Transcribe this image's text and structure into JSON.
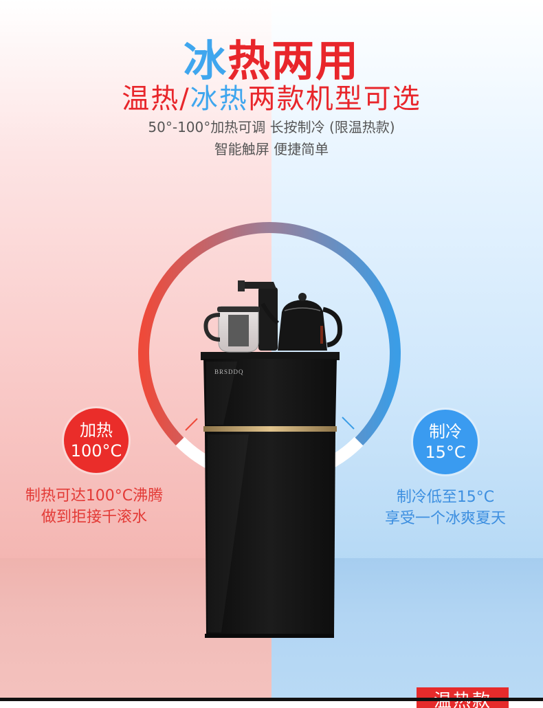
{
  "headline": {
    "part_cold": "冰",
    "part_hot": "热两用"
  },
  "subheadline": {
    "part1": "温热/",
    "part2": "冰热",
    "part3": "两款机型可选"
  },
  "description": {
    "line1": "50°-100°加热可调 长按制冷 (限温热款)",
    "line2": "智能触屏 便捷简单"
  },
  "heating": {
    "label": "加热",
    "temp": "100°C",
    "desc_line1": "制热可达100°C沸腾",
    "desc_line2": "做到拒接千滚水"
  },
  "cooling": {
    "label": "制冷",
    "temp": "15°C",
    "desc_line1": "制冷低至15°C",
    "desc_line2": "享受一个冰爽夏天"
  },
  "product": {
    "brand": "BRSDDQ"
  },
  "badge": {
    "label": "温热款"
  },
  "colors": {
    "hot": "#e8262b",
    "cold": "#3fa6ee",
    "cabinet": "#141414",
    "trim": "#c9a772"
  }
}
